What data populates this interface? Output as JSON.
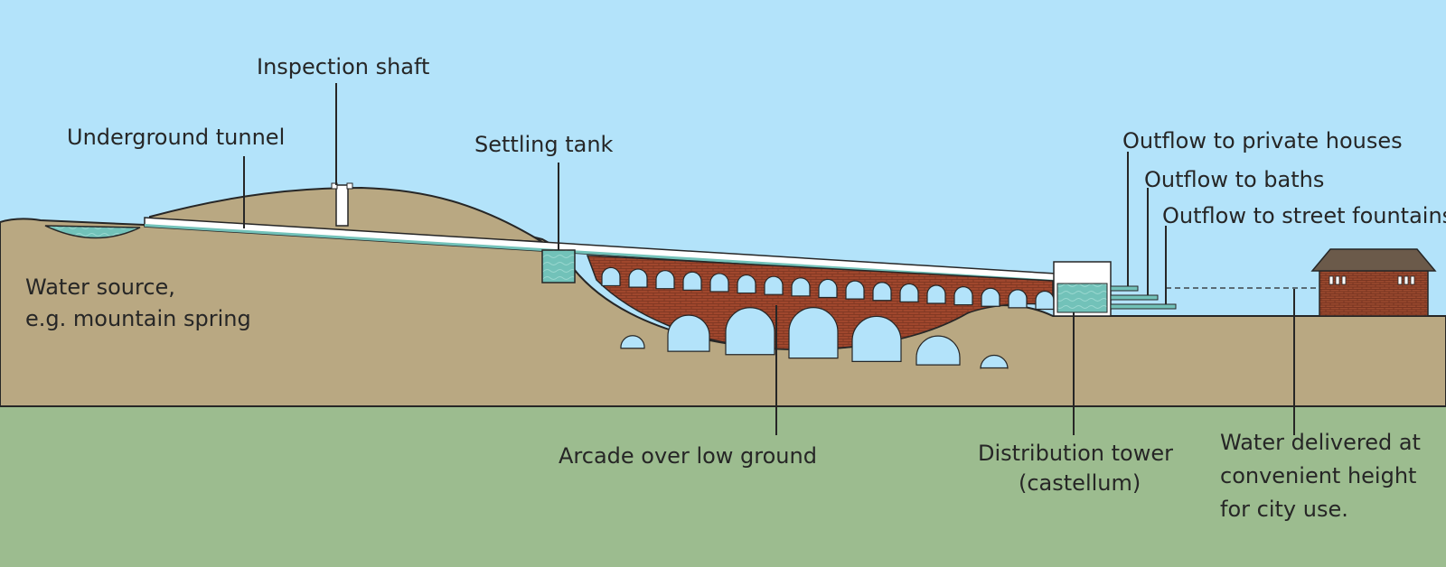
{
  "labels": {
    "inspection_shaft": "Inspection shaft",
    "underground_tunnel": "Underground tunnel",
    "settling_tank": "Settling tank",
    "outflow_private": "Outflow to private houses",
    "outflow_baths": "Outflow to baths",
    "outflow_fountains": "Outflow to street fountains",
    "water_source_line1": "Water source,",
    "water_source_line2": "e.g. mountain spring",
    "arcade": "Arcade over low ground",
    "distribution_line1": "Distribution tower",
    "distribution_line2": "(castellum)",
    "delivered_line1": "Water delivered at",
    "delivered_line2": "convenient height",
    "delivered_line3": "for city use."
  },
  "colors": {
    "sky": "#b3e3fa",
    "ground": "#b9a882",
    "bedrock": "#9cbc8f",
    "water": "#72c2b9",
    "brick": "#a0472d",
    "outline": "#262626",
    "channel": "#ffffff"
  }
}
